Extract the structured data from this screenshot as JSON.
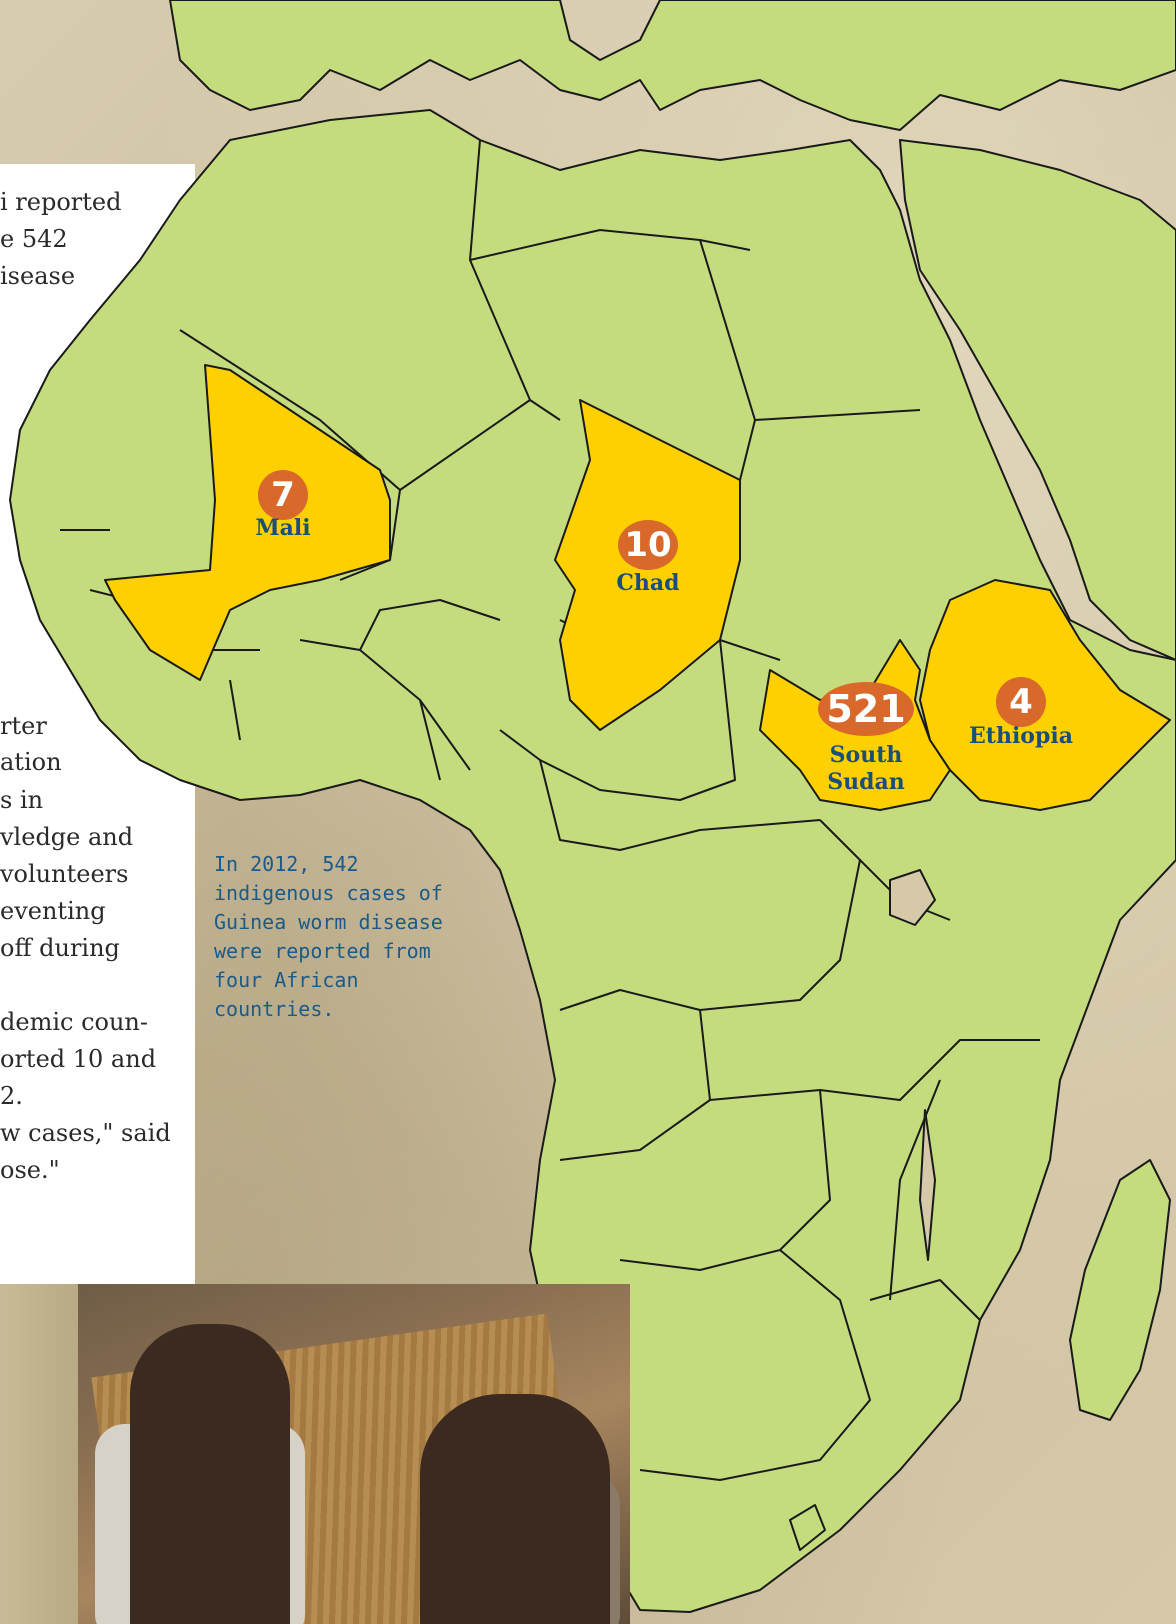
{
  "article": {
    "fragments": [
      "i reported",
      "e 542",
      "isease",
      "rter",
      "ation",
      "s in",
      "vledge and",
      "volunteers",
      "eventing",
      "off during",
      "demic coun-",
      "orted 10 and",
      "2.",
      "w cases,\" said",
      "ose.\""
    ]
  },
  "caption": "In 2012, 542 indigenous cases of Guinea worm disease were reported from four African countries.",
  "countries": [
    {
      "name": "Mali",
      "cases": "7"
    },
    {
      "name": "Chad",
      "cases": "10"
    },
    {
      "name": "South Sudan",
      "name_line1": "South",
      "name_line2": "Sudan",
      "cases": "521"
    },
    {
      "name": "Ethiopia",
      "cases": "4"
    }
  ],
  "colors": {
    "land": "#c5dc7e",
    "highlight": "#ffd000",
    "bubble": "#d9692a",
    "label": "#1a4f7a",
    "caption": "#1a5b8a",
    "border": "#1a1a1a"
  }
}
